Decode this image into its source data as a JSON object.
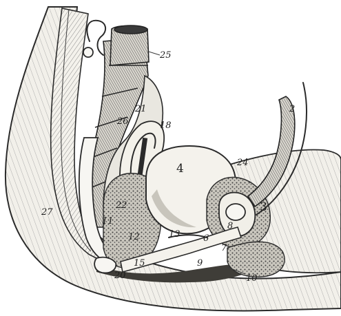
{
  "figure": {
    "labels": [
      {
        "id": "l25",
        "text": "25"
      },
      {
        "id": "l21",
        "text": "21"
      },
      {
        "id": "l26",
        "text": "26"
      },
      {
        "id": "l18",
        "text": "18"
      },
      {
        "id": "l2",
        "text": "2"
      },
      {
        "id": "l4",
        "text": "4"
      },
      {
        "id": "l24",
        "text": "24"
      },
      {
        "id": "l3",
        "text": "3"
      },
      {
        "id": "l8",
        "text": "8"
      },
      {
        "id": "l22",
        "text": "22"
      },
      {
        "id": "l11",
        "text": "11"
      },
      {
        "id": "l12",
        "text": "12"
      },
      {
        "id": "l13",
        "text": "13"
      },
      {
        "id": "l6",
        "text": "6"
      },
      {
        "id": "l7",
        "text": "7"
      },
      {
        "id": "l27",
        "text": "27"
      },
      {
        "id": "l20",
        "text": "20"
      },
      {
        "id": "l15",
        "text": "15"
      },
      {
        "id": "l9",
        "text": "9"
      },
      {
        "id": "l10",
        "text": "10"
      }
    ]
  }
}
